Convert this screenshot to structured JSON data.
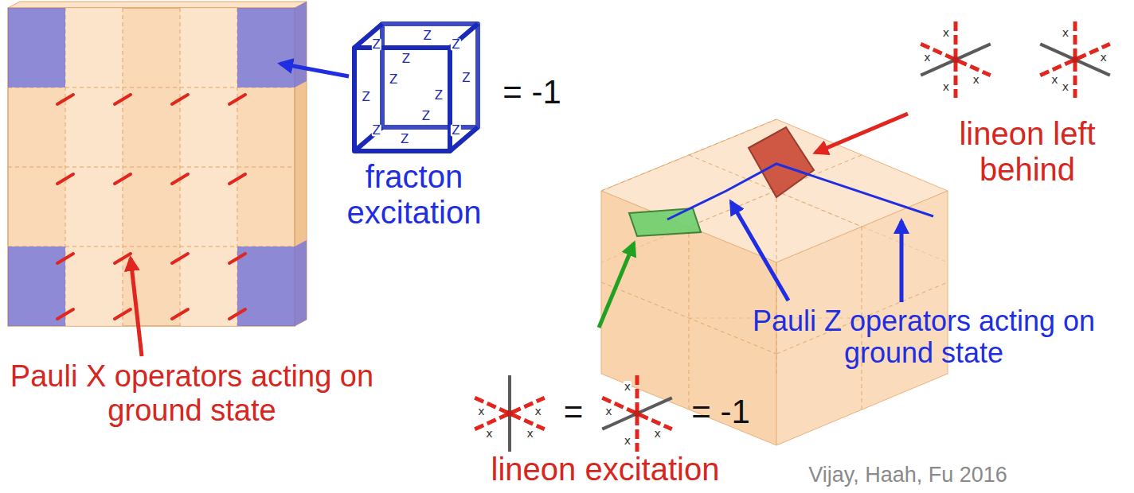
{
  "diagram": {
    "labels": [
      "fracton excitation",
      "= -1",
      "Pauli X operators acting on ground state",
      "lineon left behind",
      "Pauli Z operators acting on ground state",
      "=",
      "= -1",
      "lineon excitation",
      "Vijay, Haah, Fu 2016",
      "Z",
      "Z",
      "Z",
      "Z",
      "Z",
      "Z",
      "Z",
      "Z",
      "Z",
      "Z",
      "Z",
      "Z",
      "x",
      "x",
      "x",
      "x",
      "x",
      "x",
      "x",
      "x",
      "x",
      "x",
      "x",
      "x",
      "x",
      "x",
      "x",
      "x"
    ]
  }
}
